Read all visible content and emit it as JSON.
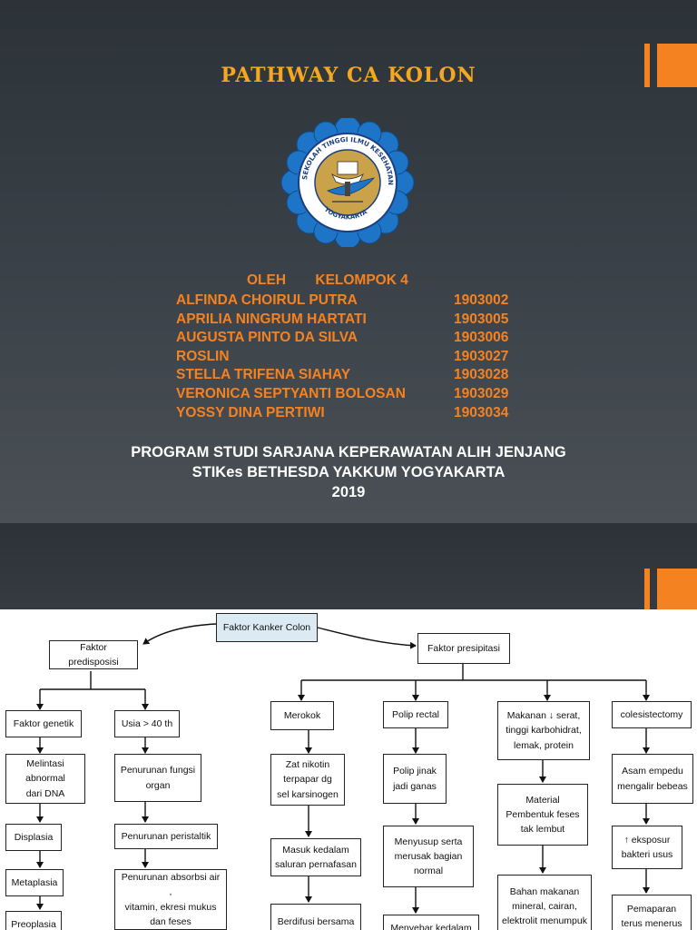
{
  "slide1": {
    "title": "PATHWAY CA KOLON",
    "logo_text_top": "SEKOLAH TINGGI ILMU KESEHATAN BETHESDA YAKKUM",
    "logo_text_bottom": "YOGYAKARTA",
    "oleh": "OLEH",
    "kelompok": "KELOMPOK 4",
    "members": [
      {
        "name": "ALFINDA CHOIRUL PUTRA",
        "nim": "1903002"
      },
      {
        "name": "APRILIA NINGRUM HARTATI",
        "nim": "1903005"
      },
      {
        "name": "AUGUSTA PINTO DA SILVA",
        "nim": "1903006"
      },
      {
        "name": "ROSLIN",
        "nim": "1903027"
      },
      {
        "name": "STELLA TRIFENA SIAHAY",
        "nim": "1903028"
      },
      {
        "name": "VERONICA SEPTYANTI BOLOSAN",
        "nim": "1903029"
      },
      {
        "name": "YOSSY DINA PERTIWI",
        "nim": "1903034"
      }
    ],
    "program_line1": "PROGRAM STUDI SARJANA KEPERAWATAN ALIH JENJANG",
    "program_line2": "STIKes BETHESDA YAKKUM YOGYAKARTA",
    "year": "2019"
  },
  "diagram": {
    "root": "Faktor Kanker Colon",
    "predisposisi": "Faktor predisposisi",
    "presipitasi": "Faktor presipitasi",
    "genetik": "Faktor genetik",
    "genetik_1": "Melintasi abnormal\ndari DNA",
    "genetik_2": "Displasia",
    "genetik_3": "Metaplasia",
    "genetik_4": "Preoplasia",
    "usia": "Usia > 40 th",
    "usia_1": "Penurunan fungsi\norgan",
    "usia_2": "Penurunan peristaltik",
    "usia_3": "Penurunan absorbsi air ,\nvitamin, ekresi mukus\ndan feses",
    "merokok": "Merokok",
    "merokok_1": "Zat nikotin\nterpapar dg\nsel karsinogen",
    "merokok_2": "Masuk kedalam\nsaluran pernafasan",
    "merokok_3": "Berdifusi bersama",
    "polip": "Polip rectal",
    "polip_1": "Polip jinak\njadi ganas",
    "polip_2": "Menyusup serta\nmerusak bagian\nnormal",
    "polip_3": "Menyebar kedalam",
    "makanan": "Makanan ↓ serat,\ntinggi karbohidrat,\nlemak, protein",
    "makanan_1": "Material\nPembentuk feses\ntak lembut",
    "makanan_2": "Bahan makanan\nmineral, cairan,\nelektrolit menumpuk",
    "kolesis": "colesistectomy",
    "kolesis_1": "Asam empedu\nmengalir bebeas",
    "kolesis_2": "↑ eksposur\nbakteri usus",
    "kolesis_3": "Pemaparan\nterus menerus"
  }
}
